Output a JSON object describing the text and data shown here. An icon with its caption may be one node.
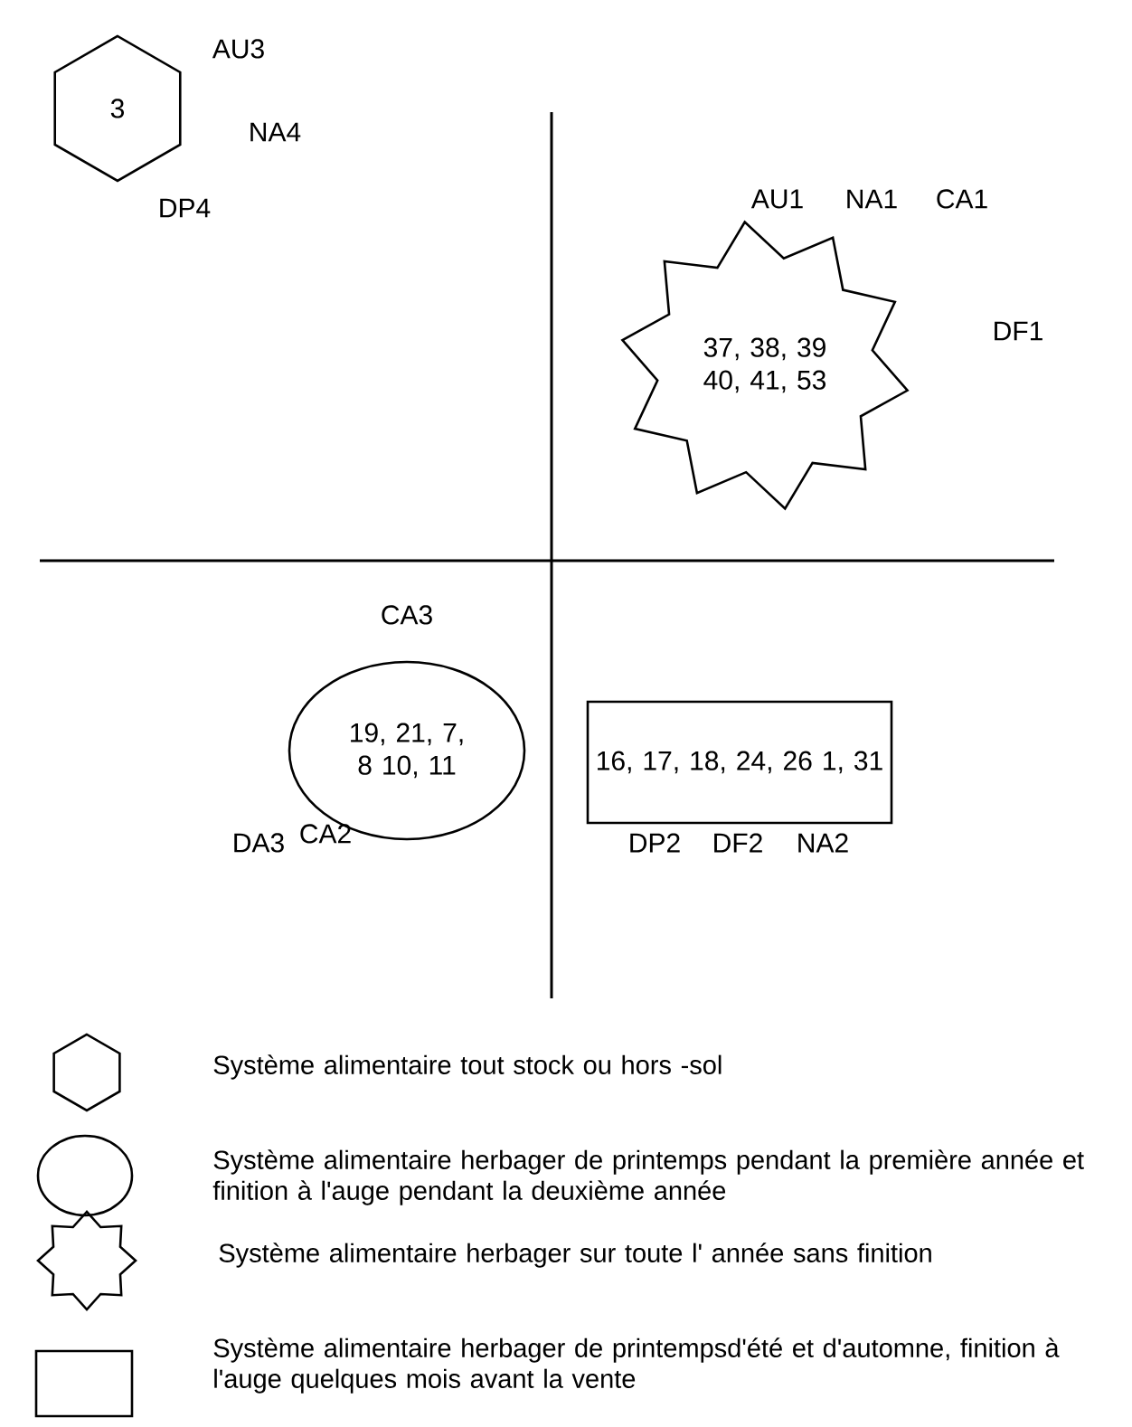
{
  "diagram": {
    "nodes": [
      {
        "text": [
          "3"
        ],
        "beside": [
          "AU3",
          "NA4",
          "DP4"
        ]
      },
      {
        "text": [
          "37, 38, 39 40, 41, 53"
        ],
        "beside": [
          "AU1",
          "NA1",
          "CA1",
          "DF1"
        ]
      },
      {
        "text": [
          "19, 21, 7, 8 10, 11"
        ],
        "beside": [
          "CA3",
          "DA3",
          "CA2"
        ]
      },
      {
        "text": [
          "16, 17, 18, 24, 26 1, 31"
        ],
        "beside": [
          "DP2",
          "DF2",
          "NA2"
        ]
      }
    ],
    "legend": [
      {
        "text": "Système alimentaire tout stock ou hors -sol"
      },
      {
        "text": "Système alimentaire herbager de printemps pendant la première année et finition à l'auge pendant la deuxième année"
      },
      {
        "text": "Système alimentaire herbager sur toute l' année sans  finition"
      },
      {
        "text": "Système alimentaire herbager de printempsd'été et d'automne, finition à  l'auge quelques mois avant la vente"
      }
    ]
  }
}
